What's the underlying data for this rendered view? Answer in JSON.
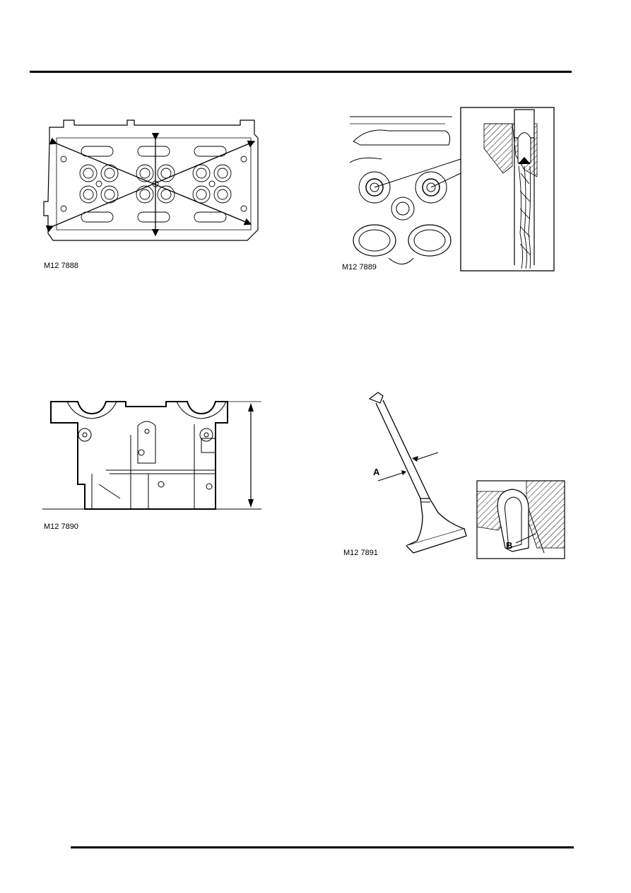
{
  "figures": [
    {
      "id": "fig-7888",
      "caption": "M12 7888"
    },
    {
      "id": "fig-7889",
      "caption": "M12 7889"
    },
    {
      "id": "fig-7890",
      "caption": "M12 7890"
    },
    {
      "id": "fig-7891",
      "caption": "M12 7891",
      "labels": {
        "a": "A",
        "b": "B"
      }
    }
  ]
}
